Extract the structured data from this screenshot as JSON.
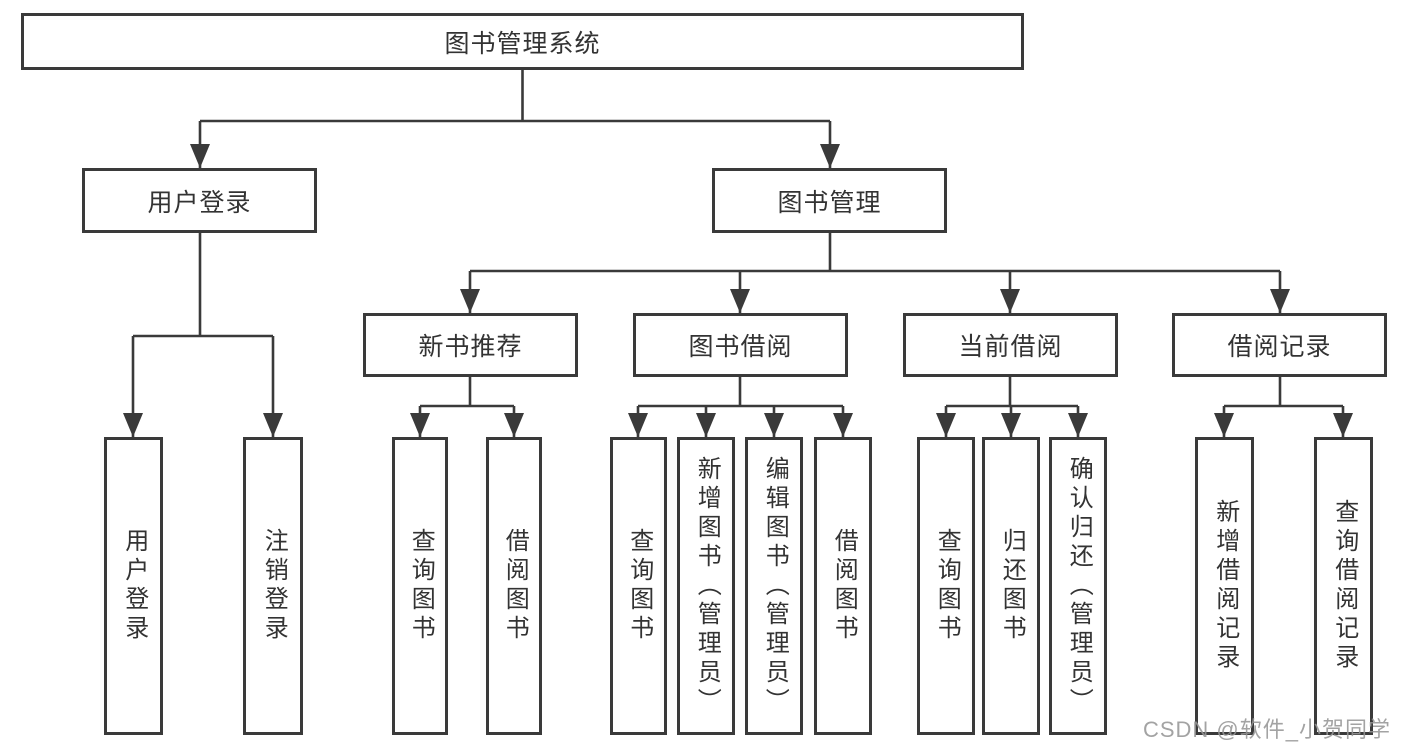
{
  "tree": {
    "root": {
      "label": "图书管理系统"
    },
    "branches": [
      {
        "label": "用户登录",
        "children": [
          {
            "label": "用户登录"
          },
          {
            "label": "注销登录"
          }
        ]
      },
      {
        "label": "图书管理",
        "children": [
          {
            "label": "新书推荐",
            "children": [
              {
                "label": "查询图书"
              },
              {
                "label": "借阅图书"
              }
            ]
          },
          {
            "label": "图书借阅",
            "children": [
              {
                "label": "查询图书"
              },
              {
                "label": "新增图书（管理员）"
              },
              {
                "label": "编辑图书（管理员）"
              },
              {
                "label": "借阅图书"
              }
            ]
          },
          {
            "label": "当前借阅",
            "children": [
              {
                "label": "查询图书"
              },
              {
                "label": "归还图书"
              },
              {
                "label": "确认归还（管理员）"
              }
            ]
          },
          {
            "label": "借阅记录",
            "children": [
              {
                "label": "新增借阅记录"
              },
              {
                "label": "查询借阅记录"
              }
            ]
          }
        ]
      }
    ]
  },
  "watermark": {
    "text": "CSDN @软件_小贺同学",
    "color": "#969696"
  },
  "colors": {
    "line": "#3a3a3a",
    "box_border": "#3a3a3a",
    "box_fill": "#ffffff",
    "text": "#333333",
    "background": "#ffffff"
  }
}
